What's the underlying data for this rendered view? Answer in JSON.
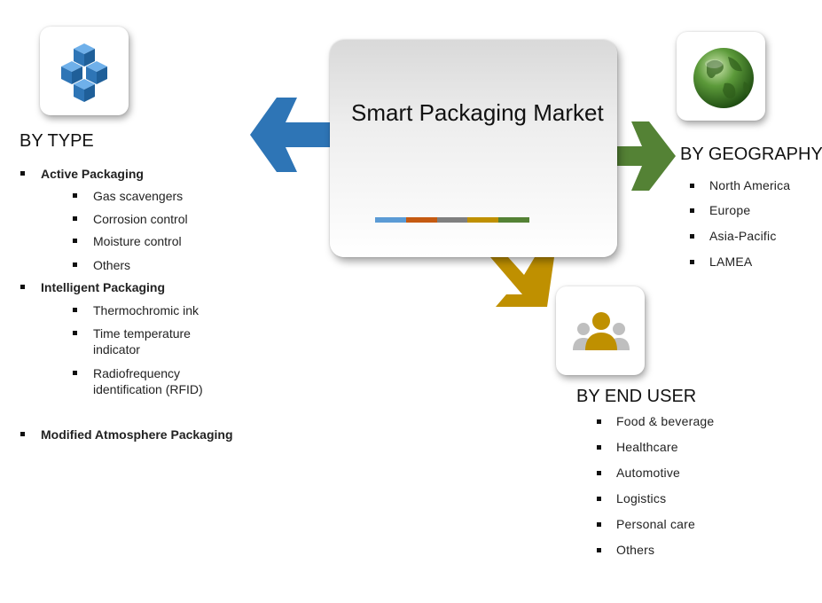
{
  "center": {
    "title": "Smart Packaging Market",
    "bar_colors": [
      "#5b9bd5",
      "#c55a11",
      "#7f7f7f",
      "#bf9000",
      "#548235"
    ]
  },
  "colors": {
    "arrow_type": "#2e75b6",
    "arrow_geography": "#548235",
    "arrow_end_user": "#bf9000"
  },
  "icons": {
    "type": "blocks-icon",
    "geography": "globe-icon",
    "end_user": "people-icon"
  },
  "by_type": {
    "heading": "BY TYPE",
    "groups": [
      {
        "label": "Active Packaging",
        "items": [
          "Gas scavengers",
          "Corrosion control",
          "Moisture control",
          "Others"
        ]
      },
      {
        "label": "Intelligent Packaging",
        "items": [
          "Thermochromic ink",
          "Time temperature indicator",
          "Radiofrequency identification (RFID)"
        ]
      },
      {
        "label": "Modified Atmosphere Packaging",
        "items": []
      }
    ]
  },
  "by_geography": {
    "heading": "BY GEOGRAPHY",
    "items": [
      "North America",
      "Europe",
      "Asia-Pacific",
      "LAMEA"
    ]
  },
  "by_end_user": {
    "heading": "BY END USER",
    "items": [
      "Food & beverage",
      "Healthcare",
      "Automotive",
      "Logistics",
      "Personal care",
      "Others"
    ]
  }
}
